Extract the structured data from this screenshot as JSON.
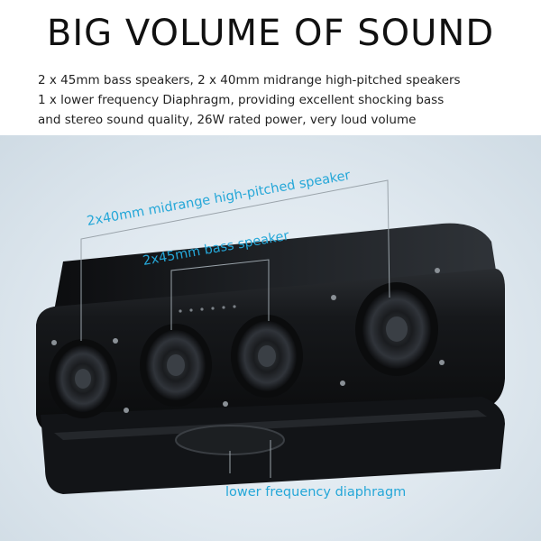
{
  "header": {
    "title": "BIG VOLUME OF SOUND",
    "lines": [
      "2 x 45mm bass speakers, 2 x 40mm midrange high-pitched speakers",
      "1 x lower frequency Diaphragm, providing excellent shocking bass",
      "and stereo sound quality, 26W rated power, very loud volume"
    ]
  },
  "callouts": {
    "midrange": "2x40mm midrange high-pitched speaker",
    "bass": "2x45mm bass speaker",
    "diaphragm": "lower frequency diaphragm"
  },
  "colors": {
    "accent": "#25a7d8",
    "speaker_body": "#141619"
  }
}
